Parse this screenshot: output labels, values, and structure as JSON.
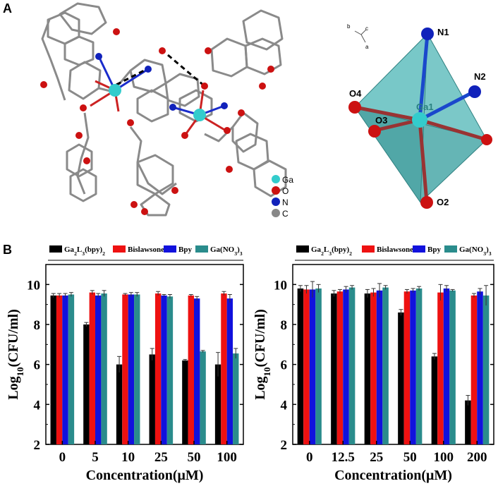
{
  "panel_labels": {
    "a": "A",
    "b": "B"
  },
  "structure": {
    "legend": [
      {
        "label": "Ga",
        "color": "#33cccc"
      },
      {
        "label": "O",
        "color": "#cc1111"
      },
      {
        "label": "N",
        "color": "#1122bb"
      },
      {
        "label": "C",
        "color": "#888888"
      }
    ],
    "atoms": {
      "n1": "N1",
      "n2": "N2",
      "o4": "O4",
      "o3": "O3",
      "ga1": "Ga1",
      "o2": "O2"
    },
    "axes": {
      "b": "b",
      "c": "c",
      "a": "a"
    }
  },
  "colors": {
    "ga2l3": "#000000",
    "bislawsone": "#ee1111",
    "bpy": "#1111dd",
    "ga_no3": "#2a8c8c",
    "polyhedron": "#5fb8b8",
    "ga_atom": "#33cccc",
    "o_atom": "#cc1111",
    "n_atom": "#1122bb",
    "c_atom": "#888888"
  },
  "chart_data": [
    {
      "type": "bar",
      "xlabel": "Concentration(μM)",
      "ylabel": "Log10(CFU/ml)",
      "ylim": [
        2,
        11
      ],
      "yticks": [
        "2",
        "4",
        "6",
        "8",
        "10"
      ],
      "categories": [
        "0",
        "5",
        "10",
        "25",
        "50",
        "100"
      ],
      "legend_labels": [
        "Ga2L3(bpy)2",
        "Bislawsone",
        "Bpy",
        "Ga(NO3)3"
      ],
      "series": [
        {
          "name": "Ga2L3(bpy)2",
          "values": [
            9.45,
            8.0,
            6.0,
            6.5,
            6.2,
            6.0
          ],
          "errors": [
            0.1,
            0.1,
            0.4,
            0.3,
            0.05,
            0.6
          ]
        },
        {
          "name": "Bislawsone",
          "values": [
            9.45,
            9.6,
            9.5,
            9.55,
            9.45,
            9.55
          ],
          "errors": [
            0.1,
            0.1,
            0.05,
            0.1,
            0.05,
            0.1
          ]
        },
        {
          "name": "Bpy",
          "values": [
            9.45,
            9.45,
            9.5,
            9.45,
            9.3,
            9.3
          ],
          "errors": [
            0.1,
            0.1,
            0.1,
            0.05,
            0.1,
            0.2
          ]
        },
        {
          "name": "Ga(NO3)3",
          "values": [
            9.5,
            9.55,
            9.5,
            9.4,
            6.65,
            6.55
          ],
          "errors": [
            0.1,
            0.15,
            0.1,
            0.1,
            0.05,
            0.25
          ]
        }
      ]
    },
    {
      "type": "bar",
      "xlabel": "Concentration(μM)",
      "ylabel": "Log10(CFU/ml)",
      "ylim": [
        2,
        11
      ],
      "yticks": [
        "2",
        "4",
        "6",
        "8",
        "10"
      ],
      "categories": [
        "0",
        "12.5",
        "25",
        "50",
        "100",
        "200"
      ],
      "legend_labels": [
        "Ga2L3(bpy)2",
        "Bislawsone",
        "Bpy",
        "Ga(NO3)3"
      ],
      "series": [
        {
          "name": "Ga2L3(bpy)2",
          "values": [
            9.8,
            9.55,
            9.55,
            8.6,
            6.4,
            4.2
          ],
          "errors": [
            0.15,
            0.15,
            0.2,
            0.15,
            0.15,
            0.25
          ]
        },
        {
          "name": "Bislawsone",
          "values": [
            9.75,
            9.65,
            9.6,
            9.65,
            9.6,
            9.45
          ],
          "errors": [
            0.2,
            0.1,
            0.2,
            0.1,
            0.4,
            0.1
          ]
        },
        {
          "name": "Bpy",
          "values": [
            9.75,
            9.75,
            9.7,
            9.7,
            9.8,
            9.65
          ],
          "errors": [
            0.4,
            0.15,
            0.35,
            0.1,
            0.15,
            0.15
          ]
        },
        {
          "name": "Ga(NO3)3",
          "values": [
            9.8,
            9.85,
            9.85,
            9.8,
            9.7,
            9.45
          ],
          "errors": [
            0.2,
            0.1,
            0.1,
            0.1,
            0.05,
            0.5
          ]
        }
      ]
    }
  ]
}
